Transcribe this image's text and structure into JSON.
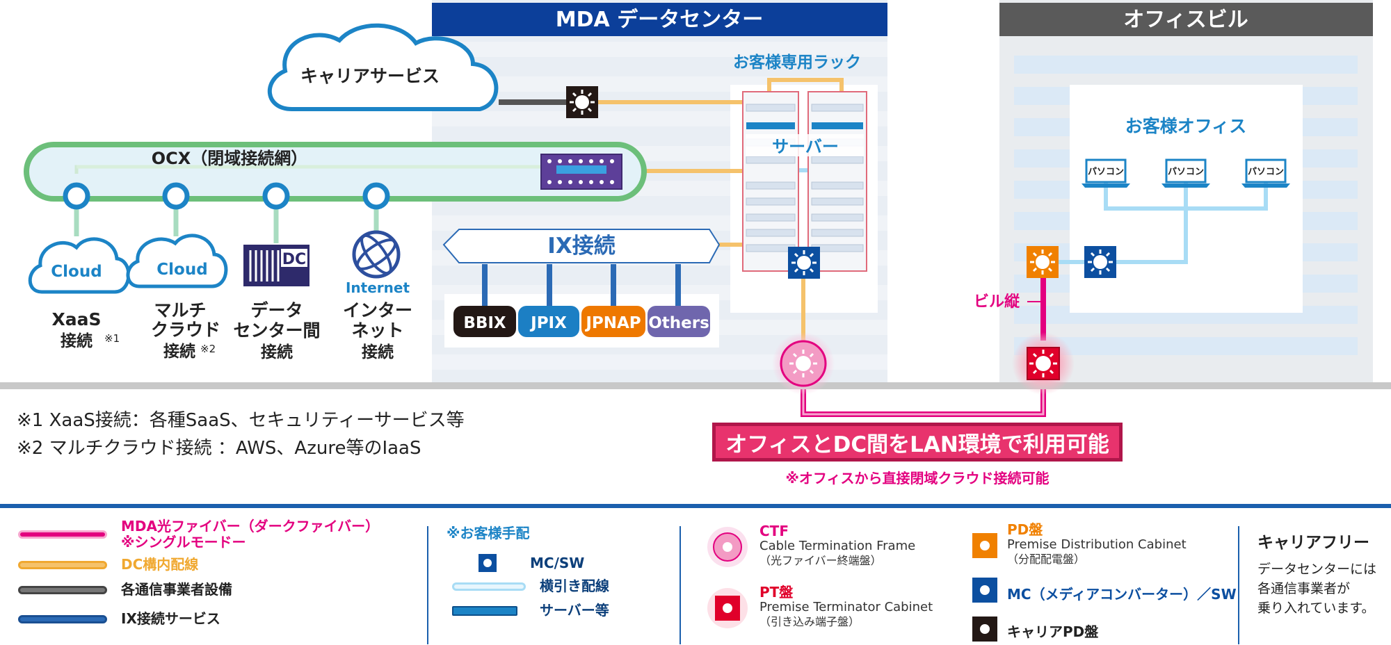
{
  "colors": {
    "blue_header": "#0c3f9a",
    "gray_header": "#5a5a5a",
    "cloud_blue": "#1c84c6",
    "ocx_green": "#6cbf7a",
    "pink_fiber": "#e3007f",
    "orange_wiring": "#f0a830",
    "carrier_gray": "#555555",
    "ix_blue": "#2b6ab5",
    "light_blue": "#a8dcf5",
    "mc_sw_blue": "#0c4fa0",
    "pd_orange": "#f08000",
    "pt_red": "#e0002a"
  },
  "sections": {
    "mda_title": "MDA データセンター",
    "office_title": "オフィスビル",
    "rack_title": "お客様専用ラック",
    "server_label": "サーバー",
    "customer_office": "お客様オフィス",
    "pc_label": "パソコン",
    "building_riser": "ビル縦"
  },
  "carrier_cloud": "キャリアサービス",
  "ocx": {
    "label": "OCX（閉域接続網）"
  },
  "connections": [
    {
      "icon": "cloud",
      "icon_text": "Cloud",
      "label": [
        "XaaS",
        "接続"
      ],
      "mark": "※1"
    },
    {
      "icon": "cloud",
      "icon_text": "Cloud",
      "label": [
        "マルチ",
        "クラウド",
        "接続"
      ],
      "mark": "※2"
    },
    {
      "icon": "dc",
      "icon_text": "DC",
      "label": [
        "データ",
        "センター間",
        "接続"
      ],
      "mark": ""
    },
    {
      "icon": "internet",
      "icon_text": "Internet",
      "label": [
        "インター",
        "ネット",
        "接続"
      ],
      "mark": ""
    }
  ],
  "ix": {
    "label": "IX接続",
    "providers": [
      {
        "name": "BBIX",
        "color": "#231815"
      },
      {
        "name": "JPIX",
        "color": "#1c7fc4"
      },
      {
        "name": "JPNAP",
        "color": "#ee7800"
      },
      {
        "name": "Others",
        "color": "#6f66ad"
      }
    ]
  },
  "notes": [
    "※1 XaaS接続：各種SaaS、セキュリティーサービス等",
    "※2 マルチクラウド接続 ：AWS、Azure等のIaaS"
  ],
  "banner": "オフィスとDC間をLAN環境で利用可能",
  "banner_note": "※オフィスから直接閉域クラウド接続可能",
  "legend": {
    "lines": [
      {
        "label": "MDA光ファイバー（ダークファイバー）\n※シングルモードー",
        "color": "#e3007f"
      },
      {
        "label": "DC構内配線",
        "color": "#f5a623"
      },
      {
        "label": "各通信事業者設備",
        "color": "#555555"
      },
      {
        "label": "IX接続サービス",
        "color": "#2b6ab5"
      }
    ],
    "customer_title": "※お客様手配",
    "customer_items": [
      "MC/SW",
      "横引き配線",
      "サーバー等"
    ],
    "ctf_title": "CTF",
    "ctf_en": "Cable Termination Frame",
    "ctf_jp": "（光ファイバー終端盤）",
    "pt_title": "PT盤",
    "pt_en": "Premise Terminator Cabinet",
    "pt_jp": "（引き込み端子盤）",
    "pd_title": "PD盤",
    "pd_en": "Premise Distribution Cabinet",
    "pd_jp": "（分配配電盤）",
    "mc_label": "MC（メディアコンバーター）／SW",
    "carrier_pd": "キャリアPD盤",
    "carrier_free_title": "キャリアフリー",
    "carrier_free_text": [
      "データセンターには",
      "各通信事業者が",
      "乗り入れています。"
    ]
  }
}
